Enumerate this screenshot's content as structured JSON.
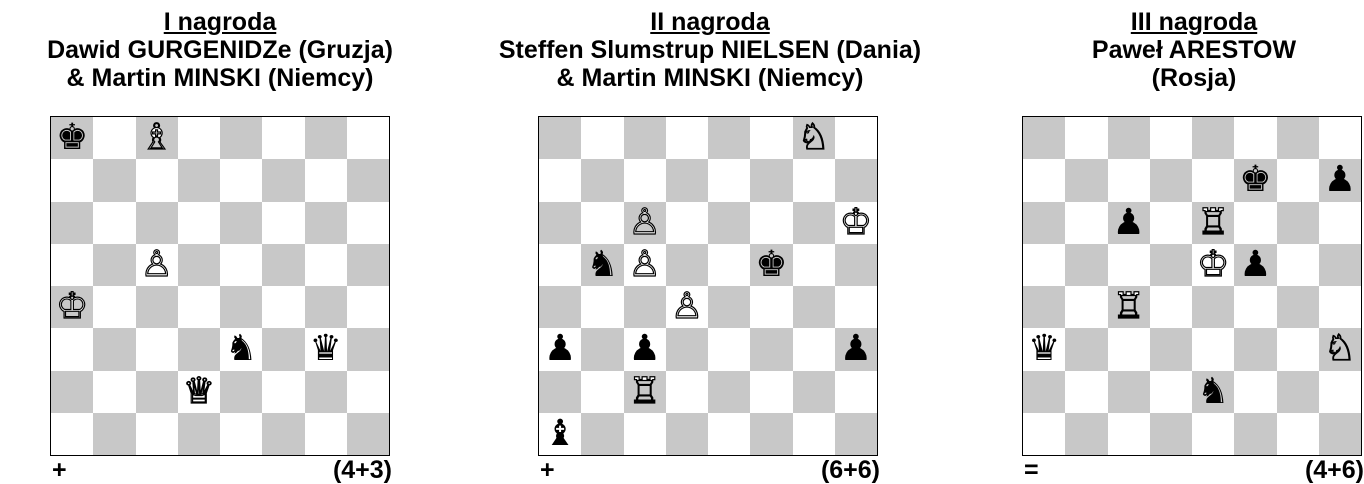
{
  "problems": [
    {
      "award": "I nagroda",
      "authors_line1": "Dawid GURGENIDZe (Gruzja)",
      "authors_line2": "& Martin MINSKI (Niemcy)",
      "stipulation": "+",
      "count": "(4+3)",
      "pieces": [
        {
          "square": "a8",
          "color": "black",
          "type": "king",
          "glyph": "♚"
        },
        {
          "square": "c8",
          "color": "white",
          "type": "bishop",
          "glyph": "♗"
        },
        {
          "square": "c5",
          "color": "white",
          "type": "pawn",
          "glyph": "♙"
        },
        {
          "square": "a4",
          "color": "white",
          "type": "king",
          "glyph": "♔"
        },
        {
          "square": "e3",
          "color": "black",
          "type": "knight",
          "glyph": "♞"
        },
        {
          "square": "g3",
          "color": "black",
          "type": "queen",
          "glyph": "♛"
        },
        {
          "square": "d2",
          "color": "white",
          "type": "queen",
          "glyph": "♕"
        }
      ]
    },
    {
      "award": "II nagroda",
      "authors_line1": "Steffen Slumstrup NIELSEN (Dania)",
      "authors_line2": "& Martin MINSKI (Niemcy)",
      "stipulation": "+",
      "count": "(6+6)",
      "pieces": [
        {
          "square": "g8",
          "color": "white",
          "type": "knight",
          "glyph": "♘"
        },
        {
          "square": "c6",
          "color": "white",
          "type": "pawn",
          "glyph": "♙"
        },
        {
          "square": "h6",
          "color": "white",
          "type": "king",
          "glyph": "♔"
        },
        {
          "square": "b5",
          "color": "black",
          "type": "knight",
          "glyph": "♞"
        },
        {
          "square": "c5",
          "color": "white",
          "type": "pawn",
          "glyph": "♙"
        },
        {
          "square": "f5",
          "color": "black",
          "type": "king",
          "glyph": "♚"
        },
        {
          "square": "d4",
          "color": "white",
          "type": "pawn",
          "glyph": "♙"
        },
        {
          "square": "a3",
          "color": "black",
          "type": "pawn",
          "glyph": "♟"
        },
        {
          "square": "c3",
          "color": "black",
          "type": "pawn",
          "glyph": "♟"
        },
        {
          "square": "h3",
          "color": "black",
          "type": "pawn",
          "glyph": "♟"
        },
        {
          "square": "c2",
          "color": "white",
          "type": "rook",
          "glyph": "♖"
        },
        {
          "square": "a1",
          "color": "black",
          "type": "bishop",
          "glyph": "♝"
        }
      ]
    },
    {
      "award": "III nagroda",
      "authors_line1": "Paweł ARESTOW",
      "authors_line2": "(Rosja)",
      "stipulation": "=",
      "count": "(4+6)",
      "pieces": [
        {
          "square": "f7",
          "color": "black",
          "type": "king",
          "glyph": "♚"
        },
        {
          "square": "h7",
          "color": "black",
          "type": "pawn",
          "glyph": "♟"
        },
        {
          "square": "c6",
          "color": "black",
          "type": "pawn",
          "glyph": "♟"
        },
        {
          "square": "e6",
          "color": "white",
          "type": "rook",
          "glyph": "♖"
        },
        {
          "square": "e5",
          "color": "white",
          "type": "king",
          "glyph": "♔"
        },
        {
          "square": "f5",
          "color": "black",
          "type": "pawn",
          "glyph": "♟"
        },
        {
          "square": "c4",
          "color": "white",
          "type": "rook",
          "glyph": "♖"
        },
        {
          "square": "a3",
          "color": "black",
          "type": "queen",
          "glyph": "♛"
        },
        {
          "square": "h3",
          "color": "white",
          "type": "knight",
          "glyph": "♘"
        },
        {
          "square": "e2",
          "color": "black",
          "type": "knight",
          "glyph": "♞"
        }
      ]
    }
  ]
}
